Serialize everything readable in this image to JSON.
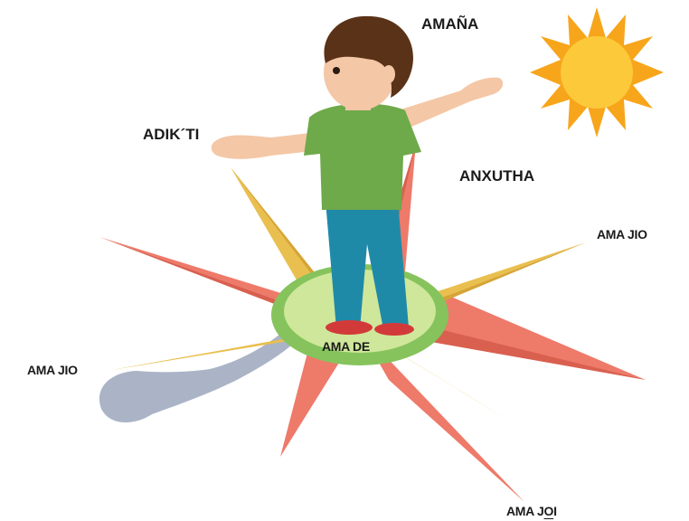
{
  "labels": {
    "north": "AMAÑA",
    "west_top": "ADIK´TI",
    "east_top": "ANXUTHA",
    "east": "AMA JIO",
    "west": "AMA JIO",
    "center": "AMA DE",
    "south_prefix": "AMA J",
    "south_underlined": "O",
    "south_suffix": "I"
  },
  "colors": {
    "star_red": "#ee7a6a",
    "star_yellow": "#e9bf4f",
    "circle_fill": "#cfe79a",
    "circle_ring": "#86c35c",
    "sun": "#f7a51b",
    "sun_core": "#fbc93a",
    "shirt": "#6ea94a",
    "pants": "#1f8aa8",
    "hair": "#5a3218",
    "skin": "#f4c7a6",
    "shadow": "#aab4c6"
  }
}
